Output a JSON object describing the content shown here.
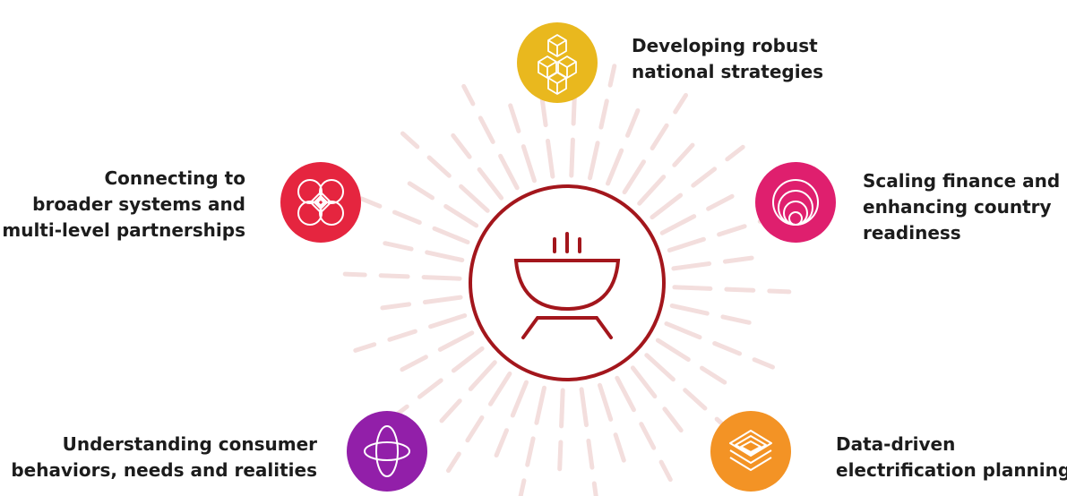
{
  "diagram": {
    "center_icon": "cookstove-icon",
    "colors": {
      "ray": "#f3dedd",
      "center": "#a3161c",
      "strategies": "#e9b81e",
      "finance": "#df1f6e",
      "partnerships": "#e5253f",
      "consumer": "#921fa9",
      "data": "#f39325"
    },
    "nodes": [
      {
        "id": "strategies",
        "icon": "cubes-icon",
        "lines": [
          "Developing robust",
          "national strategies"
        ]
      },
      {
        "id": "finance",
        "icon": "nested-circles-icon",
        "lines": [
          "Scaling finance and",
          "enhancing country",
          "readiness"
        ]
      },
      {
        "id": "partnerships",
        "icon": "interlocking-circles-icon",
        "lines": [
          "Connecting to",
          "broader systems and",
          "multi-level partnerships"
        ]
      },
      {
        "id": "consumer",
        "icon": "globe-orbit-icon",
        "lines": [
          "Understanding consumer",
          "behaviors, needs and realities"
        ]
      },
      {
        "id": "data",
        "icon": "stacked-layers-icon",
        "lines": [
          "Data-driven",
          "electrification planning"
        ]
      }
    ]
  }
}
